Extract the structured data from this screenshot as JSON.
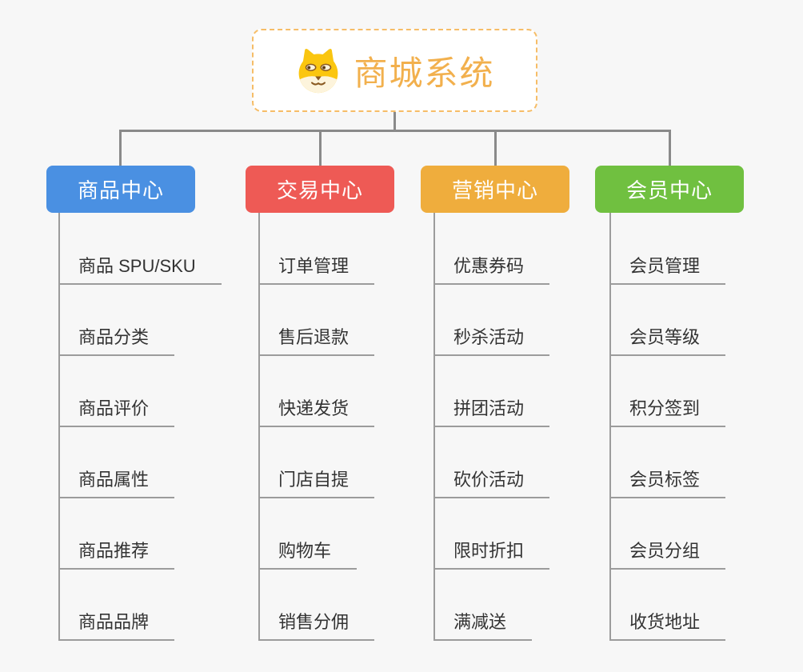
{
  "canvas": {
    "background": "#f7f7f7",
    "connector_color": "#8a8a8a"
  },
  "root": {
    "label": "商城系统",
    "icon": "dog-face-icon",
    "text_color": "#f2b04d",
    "border_color": "#f6bd67",
    "background": "#ffffff"
  },
  "branches": [
    {
      "label": "商品中心",
      "color": "#4a90e2",
      "children": [
        "商品 SPU/SKU",
        "商品分类",
        "商品评价",
        "商品属性",
        "商品推荐",
        "商品品牌"
      ]
    },
    {
      "label": "交易中心",
      "color": "#ee5a55",
      "children": [
        "订单管理",
        "售后退款",
        "快递发货",
        "门店自提",
        "购物车",
        "销售分佣"
      ]
    },
    {
      "label": "营销中心",
      "color": "#efad3d",
      "children": [
        "优惠券码",
        "秒杀活动",
        "拼团活动",
        "砍价活动",
        "限时折扣",
        "满减送"
      ]
    },
    {
      "label": "会员中心",
      "color": "#70c040",
      "children": [
        "会员管理",
        "会员等级",
        "积分签到",
        "会员标签",
        "会员分组",
        "收货地址"
      ]
    }
  ]
}
